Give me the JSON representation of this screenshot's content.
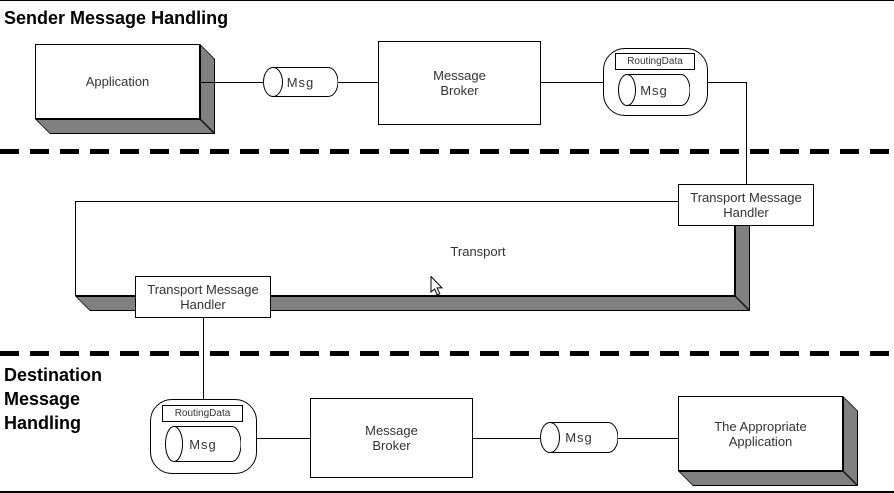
{
  "colors": {
    "shadow": "#808080",
    "label": "#333333",
    "line": "#000000",
    "fill": "#ffffff"
  },
  "icons": {
    "cursor": "arrow-pointer"
  },
  "titles": {
    "sender": "Sender Message Handling",
    "destination_line1": "Destination",
    "destination_line2": "Message",
    "destination_line3": "Handling"
  },
  "sender": {
    "application_label": "Application",
    "msg_label": "Msg",
    "broker_label": "Message Broker",
    "routing_title": "RoutingData",
    "routing_msg_label": "Msg"
  },
  "transport": {
    "handler_top_label": "Transport Message Handler",
    "label": "Transport",
    "handler_bottom_label": "Transport Message Handler"
  },
  "destination": {
    "routing_title": "RoutingData",
    "routing_msg_label": "Msg",
    "broker_label": "Message Broker",
    "msg_label": "Msg",
    "application_label": "The Appropriate Application"
  }
}
